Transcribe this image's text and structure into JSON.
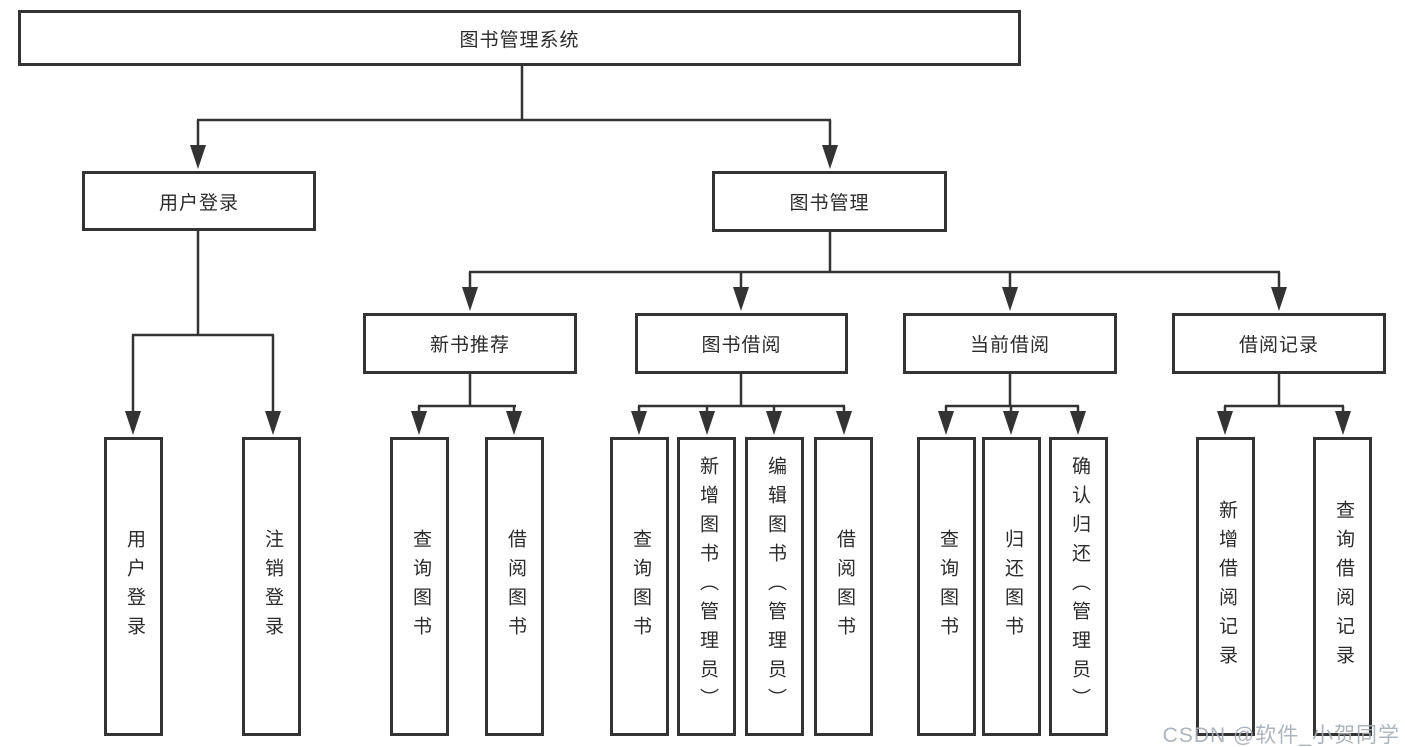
{
  "tree": {
    "label": "图书管理系统",
    "children": [
      {
        "label": "用户登录",
        "children": [
          {
            "label": "用户登录"
          },
          {
            "label": "注销登录"
          }
        ]
      },
      {
        "label": "图书管理",
        "children": [
          {
            "label": "新书推荐",
            "children": [
              {
                "label": "查询图书"
              },
              {
                "label": "借阅图书"
              }
            ]
          },
          {
            "label": "图书借阅",
            "children": [
              {
                "label": "查询图书"
              },
              {
                "label": "新增图书（管理员）"
              },
              {
                "label": "编辑图书（管理员）"
              },
              {
                "label": "借阅图书"
              }
            ]
          },
          {
            "label": "当前借阅",
            "children": [
              {
                "label": "查询图书"
              },
              {
                "label": "归还图书"
              },
              {
                "label": "确认归还（管理员）"
              }
            ]
          },
          {
            "label": "借阅记录",
            "children": [
              {
                "label": "新增借阅记录"
              },
              {
                "label": "查询借阅记录"
              }
            ]
          }
        ]
      }
    ]
  },
  "watermark": {
    "text": "CSDN @软件_小贺同学"
  },
  "colors": {
    "line": "#333333",
    "border": "#333333",
    "text": "#2b2b2b",
    "background": "#ffffff",
    "watermark": "#a4acb6"
  }
}
